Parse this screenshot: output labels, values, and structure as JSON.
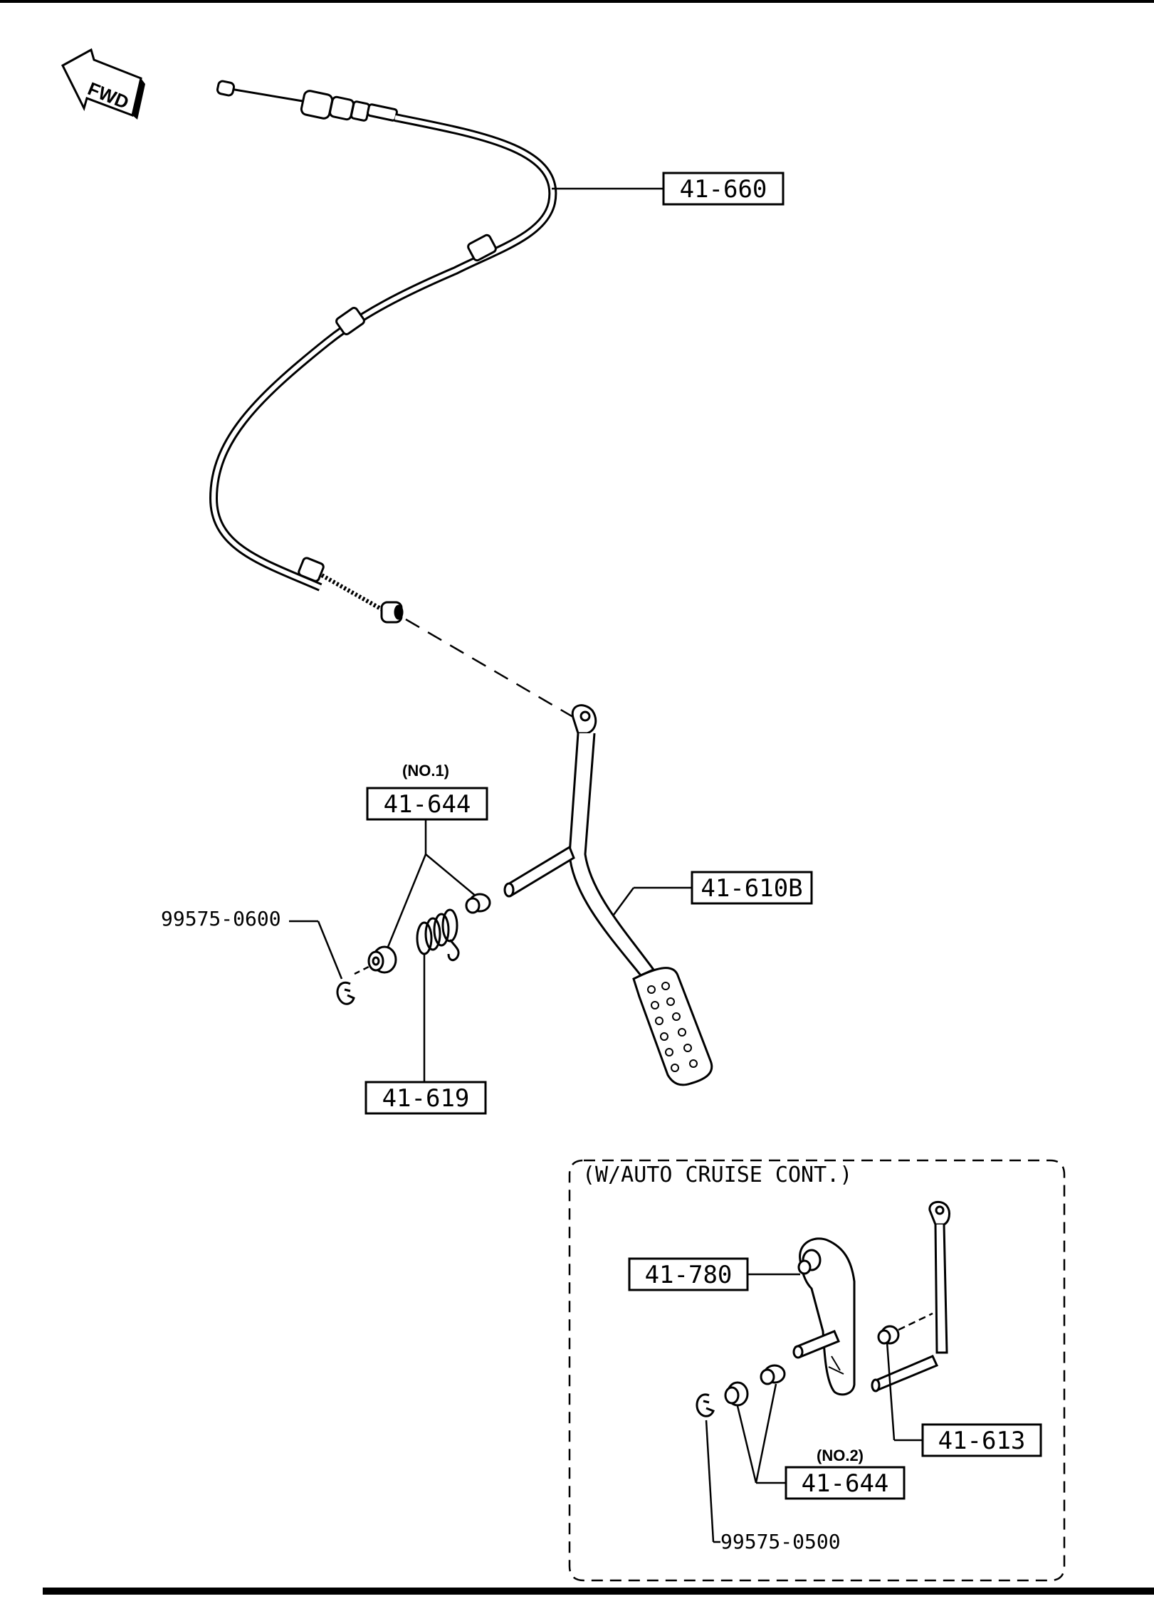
{
  "direction_indicator": {
    "label": "FWD"
  },
  "callouts": {
    "cable": "41-660",
    "pedal": "41-610B",
    "bushing_no1": "41-644",
    "spring": "41-619",
    "clip_main": "99575-0600",
    "lever": "41-780",
    "pin": "41-613",
    "bushing_no2": "41-644",
    "clip_inset": "99575-0500"
  },
  "notes": {
    "no1": "(NO.1)",
    "no2": "(NO.2)"
  },
  "inset": {
    "title": "(W/AUTO CRUISE CONT.)"
  }
}
